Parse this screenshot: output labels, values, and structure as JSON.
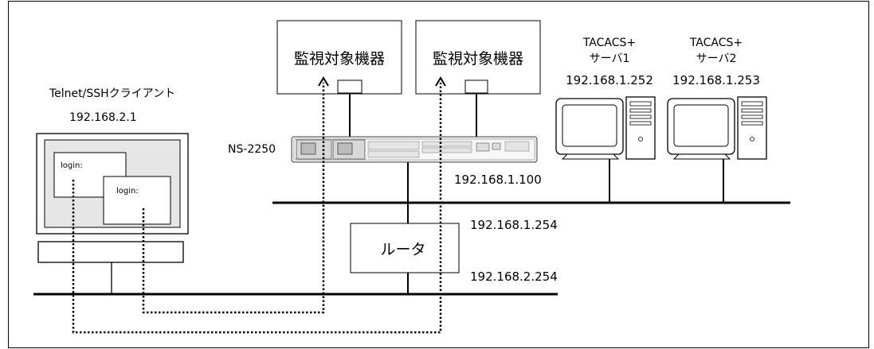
{
  "monitored_devices": [
    {
      "label": "監視対象機器"
    },
    {
      "label": "監視対象機器"
    }
  ],
  "tacacs_servers": [
    {
      "line1": "TACACS+",
      "line2": "サーバ1",
      "ip": "192.168.1.252"
    },
    {
      "line1": "TACACS+",
      "line2": "サーバ2",
      "ip": "192.168.1.253"
    }
  ],
  "client": {
    "title": "Telnet/SSHクライアント",
    "ip": "192.168.2.1",
    "login_windows": [
      {
        "label": "login:"
      },
      {
        "label": "login:"
      }
    ]
  },
  "console_server": {
    "name": "NS-2250",
    "ip": "192.168.1.100"
  },
  "router": {
    "label": "ルータ",
    "ip_upper": "192.168.1.254",
    "ip_lower": "192.168.2.254"
  }
}
